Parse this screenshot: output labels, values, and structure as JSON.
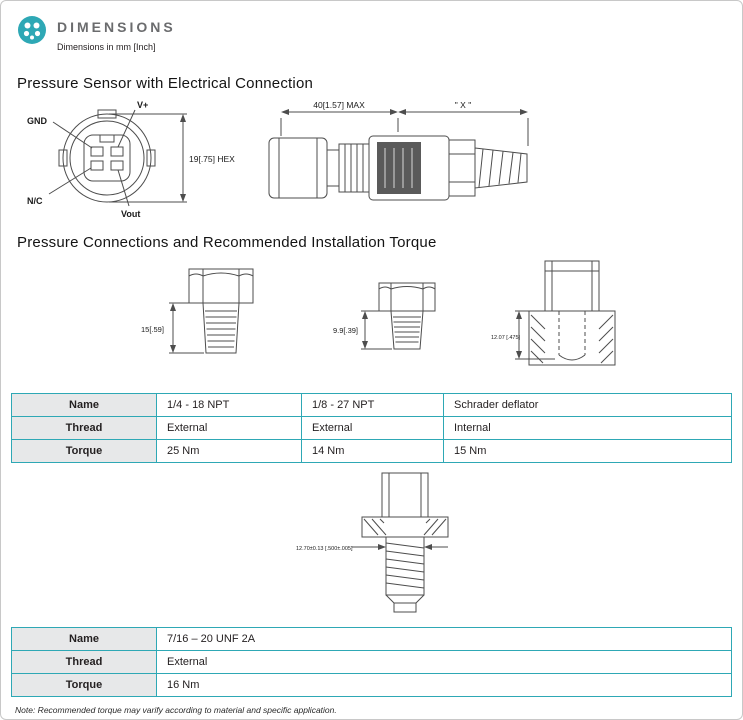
{
  "header": {
    "title": "DIMENSIONS",
    "subtitle": "Dimensions in mm [Inch]"
  },
  "colors": {
    "teal": "#2EA8B5",
    "label_cell_bg": "#E7E8E9"
  },
  "sections": {
    "sensor": {
      "heading": "Pressure Sensor with Electrical Connection",
      "pin_labels": {
        "gnd": "GND",
        "vplus": "V+",
        "nc": "N/C",
        "vout": "Vout"
      },
      "dim_hex": "19[.75] HEX",
      "dim_max": "40[1.57] MAX",
      "dim_x": "\" X \""
    },
    "connections": {
      "heading": "Pressure Connections and Recommended Installation Torque",
      "dim_npt14": "15[.59]",
      "dim_npt18": "9.9[.39]",
      "dim_schrader": "12.07 [.475]",
      "dim_unf": "12.70±0.13 [.500±.005]"
    }
  },
  "table_npt": {
    "rows": [
      {
        "label": "Name",
        "cols": [
          "1/4 - 18 NPT",
          "1/8 - 27 NPT",
          "Schrader deflator"
        ]
      },
      {
        "label": "Thread",
        "cols": [
          "External",
          "External",
          "Internal"
        ]
      },
      {
        "label": "Torque",
        "cols": [
          "25 Nm",
          "14 Nm",
          "15 Nm"
        ]
      }
    ]
  },
  "table_unf": {
    "rows": [
      {
        "label": "Name",
        "value": "7/16 – 20 UNF 2A"
      },
      {
        "label": "Thread",
        "value": "External"
      },
      {
        "label": "Torque",
        "value": "16 Nm"
      }
    ]
  },
  "note": "Note: Recommended torque may varify according to material and specific application."
}
